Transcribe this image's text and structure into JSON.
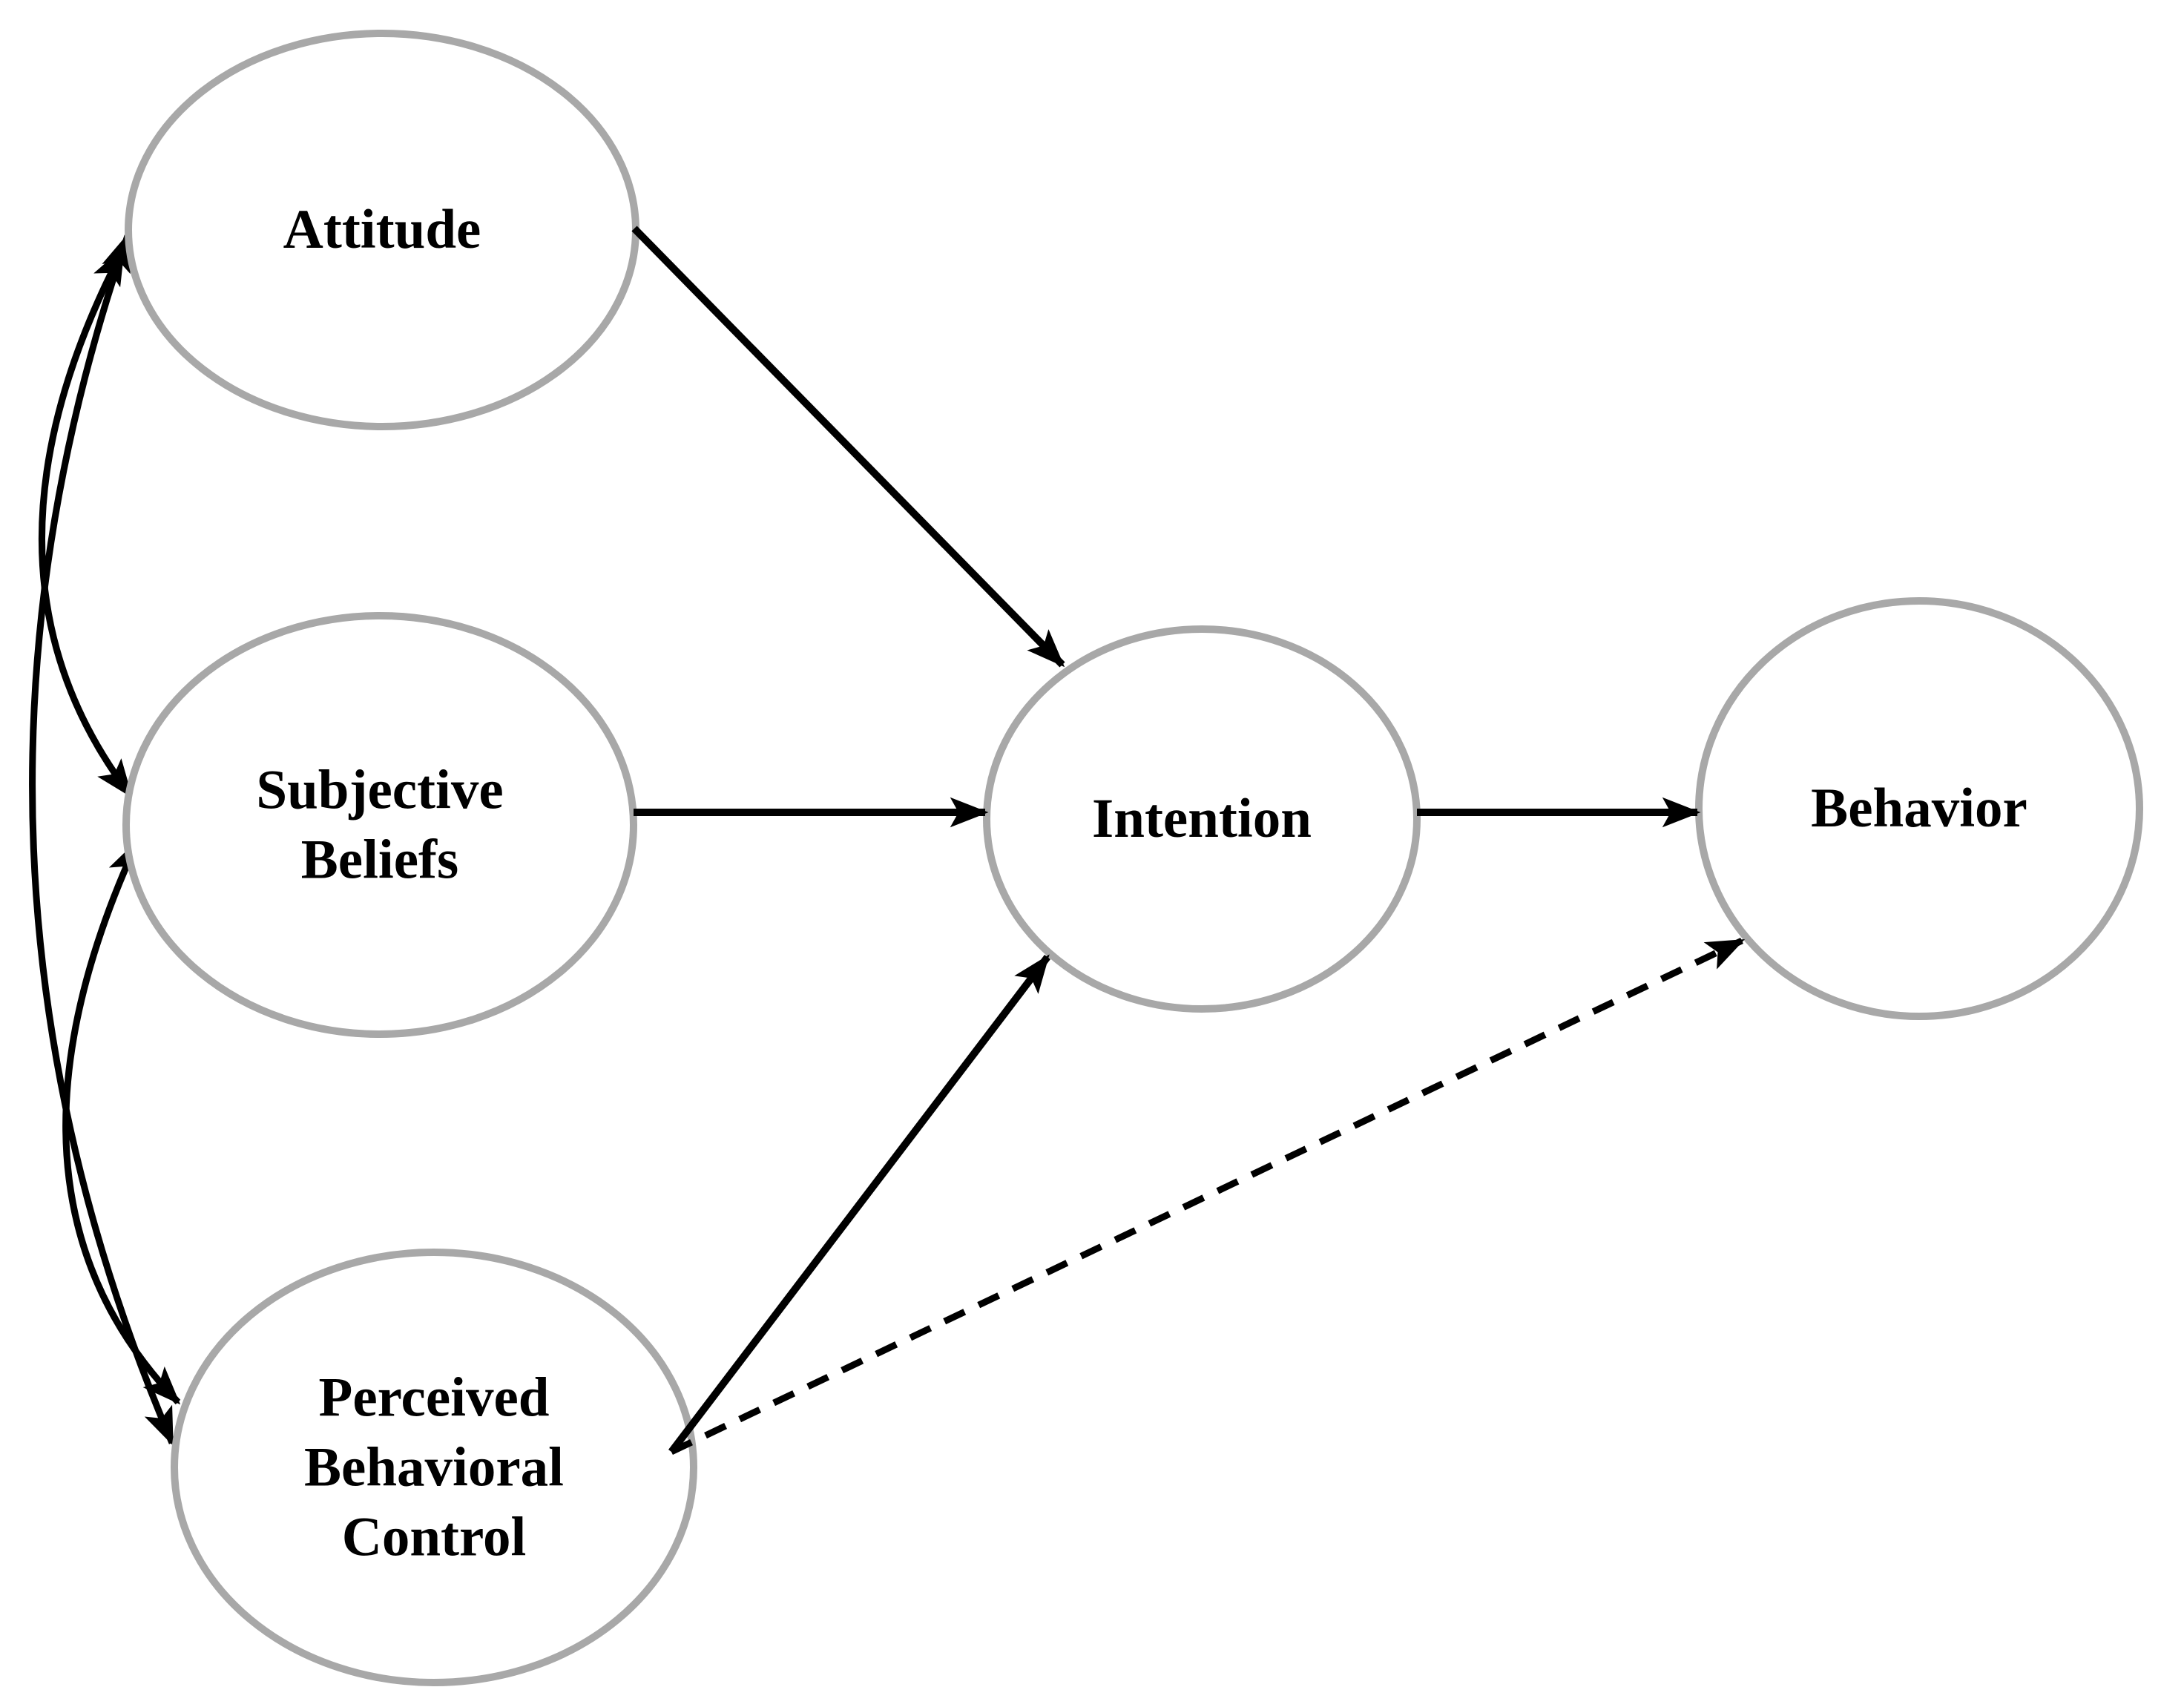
{
  "figure": {
    "kind": "path-diagram",
    "background": "#ffffff"
  },
  "nodes": {
    "attitude": {
      "label": "Attitude",
      "lines": [
        "Attitude"
      ],
      "shape": "ellipse"
    },
    "subjective_beliefs": {
      "label": "Subjective Beliefs",
      "lines": [
        "Subjective",
        "Beliefs"
      ],
      "shape": "ellipse"
    },
    "perceived_behavioral_control": {
      "label": "Perceived Behavioral Control",
      "lines": [
        "Perceived",
        "Behavioral",
        "Control"
      ],
      "shape": "ellipse"
    },
    "intention": {
      "label": "Intention",
      "lines": [
        "Intention"
      ],
      "shape": "ellipse"
    },
    "behavior": {
      "label": "Behavior",
      "lines": [
        "Behavior"
      ],
      "shape": "ellipse"
    }
  },
  "edges": [
    {
      "from": "attitude",
      "to": "intention",
      "style": "solid",
      "arrows": "end"
    },
    {
      "from": "subjective_beliefs",
      "to": "intention",
      "style": "solid",
      "arrows": "end"
    },
    {
      "from": "perceived_behavioral_control",
      "to": "intention",
      "style": "solid",
      "arrows": "end"
    },
    {
      "from": "intention",
      "to": "behavior",
      "style": "solid",
      "arrows": "end"
    },
    {
      "from": "perceived_behavioral_control",
      "to": "behavior",
      "style": "dashed",
      "arrows": "end"
    },
    {
      "from": "attitude",
      "to": "subjective_beliefs",
      "style": "solid-curved",
      "arrows": "both"
    },
    {
      "from": "attitude",
      "to": "perceived_behavioral_control",
      "style": "solid-curved",
      "arrows": "both"
    },
    {
      "from": "subjective_beliefs",
      "to": "perceived_behavioral_control",
      "style": "solid-curved",
      "arrows": "both"
    }
  ],
  "colors": {
    "background": "#ffffff",
    "ellipse_stroke": "#a8a8a8",
    "ellipse_fill": "#ffffff",
    "arrow": "#000000",
    "text": "#000000"
  }
}
